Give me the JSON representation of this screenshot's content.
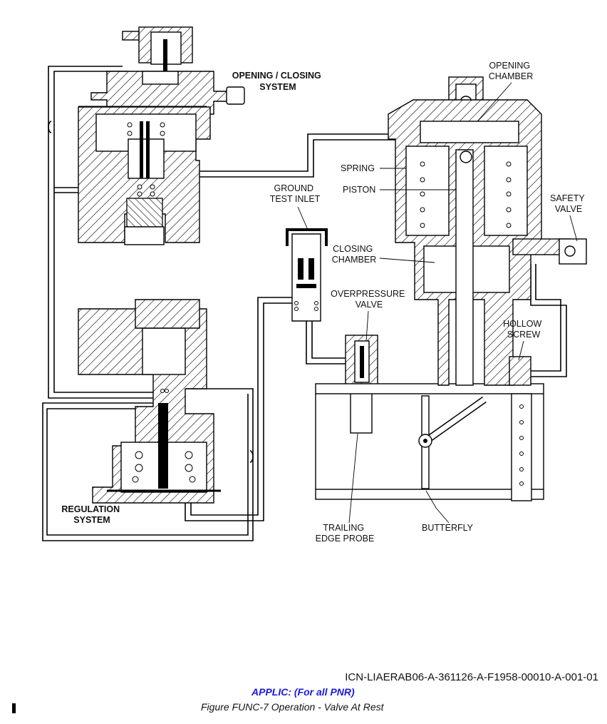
{
  "diagram": {
    "labels": {
      "opening_closing_system": [
        "OPENING / CLOSING",
        "SYSTEM"
      ],
      "opening_chamber": [
        "OPENING",
        "CHAMBER"
      ],
      "spring": "SPRING",
      "piston": "PISTON",
      "ground_test_inlet": [
        "GROUND",
        "TEST INLET"
      ],
      "safety_valve": [
        "SAFETY",
        "VALVE"
      ],
      "closing_chamber": [
        "CLOSING",
        "CHAMBER"
      ],
      "overpressure_valve": [
        "OVERPRESSURE",
        "VALVE"
      ],
      "hollow_screw": [
        "HOLLOW",
        "SCREW"
      ],
      "regulation_system": [
        "REGULATION",
        "SYSTEM"
      ],
      "trailing_edge_probe": [
        "TRAILING",
        "EDGE PROBE"
      ],
      "butterfly": "BUTTERFLY"
    }
  },
  "footer": {
    "icn": "ICN-LIAERAB06-A-361126-A-F1958-00010-A-001-01",
    "applic": "APPLIC: (For all PNR)",
    "caption": "Figure FUNC-7    Operation - Valve At Rest"
  }
}
